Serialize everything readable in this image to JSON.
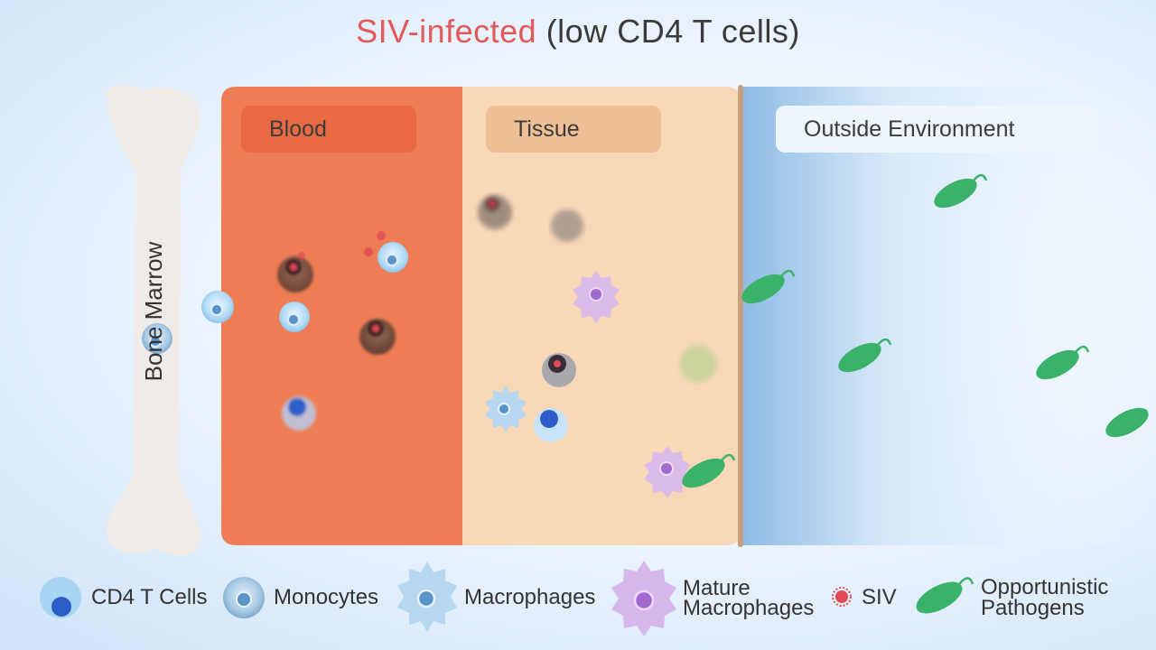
{
  "title": {
    "accent": "SIV-infected",
    "rest": " (low CD4 T cells)"
  },
  "zones": {
    "bone_marrow": "Bone Marrow",
    "blood": "Blood",
    "tissue": "Tissue",
    "outside": "Outside Environment"
  },
  "legend": {
    "cd4": "CD4 T Cells",
    "monocytes": "Monocytes",
    "macrophages": "Macrophages",
    "mature_line1": "Mature",
    "mature_line2": "Macrophages",
    "siv": "SIV",
    "pathogens_line1": "Opportunistic",
    "pathogens_line2": "Pathogens"
  },
  "colors": {
    "blood": "#ee7d55",
    "tissue": "#f9d8b8",
    "outside": "#8fbde6",
    "siv": "#e04a55",
    "pathogen": "#3bb26a",
    "mature_macrophage": "#b889d9"
  }
}
